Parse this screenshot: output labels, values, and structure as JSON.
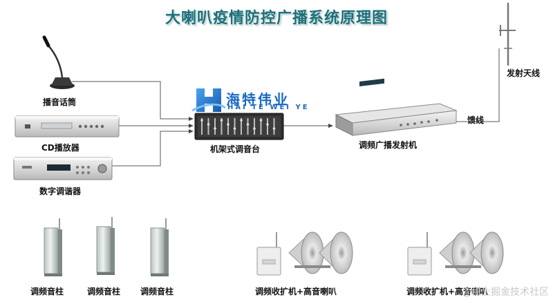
{
  "title": "大喇叭疫情防控广播系统原理图",
  "logo": {
    "cn": "海特伟业",
    "en": "HAI TE WEI YE"
  },
  "labels": {
    "microphone": "播音话筒",
    "cd_player": "CD播放器",
    "tuner": "数字调谐器",
    "mixer": "机架式调音台",
    "transmitter": "调频广播发射机",
    "feeder": "馈线",
    "antenna": "发射天线",
    "column_speaker": "调频音柱",
    "receiver_horn": "调频收扩机+高音喇叭"
  },
  "watermark": "@稀土掘金技术社区"
}
